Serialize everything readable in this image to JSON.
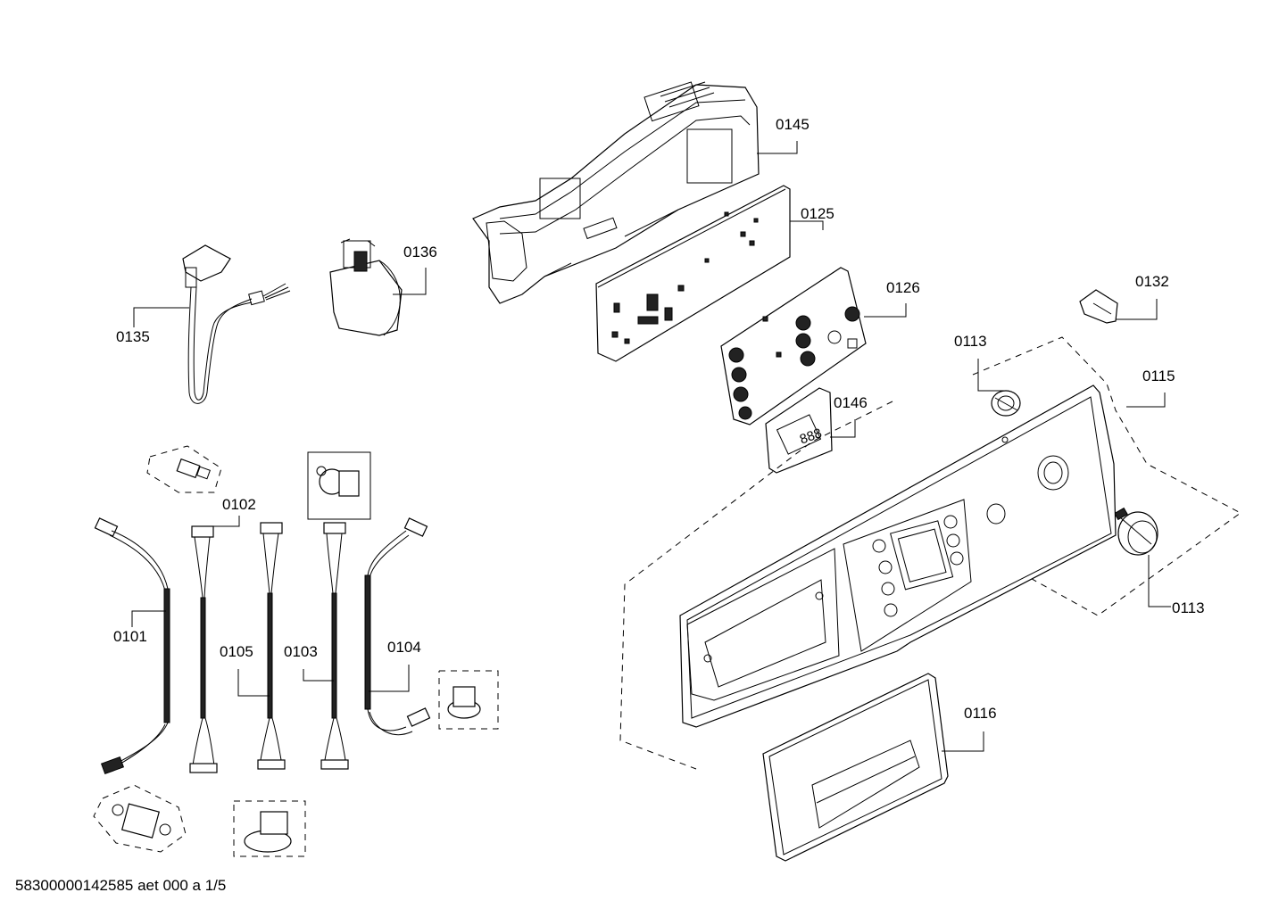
{
  "labels": {
    "p0145": "0145",
    "p0125": "0125",
    "p0136": "0136",
    "p0126": "0126",
    "p0132": "0132",
    "p0135": "0135",
    "p0113a": "0113",
    "p0115": "0115",
    "p0146": "0146",
    "p0102": "0102",
    "p0113b": "0113",
    "p0101": "0101",
    "p0105": "0105",
    "p0103": "0103",
    "p0104": "0104",
    "p0116": "0116"
  },
  "display_text": "888",
  "footer": "58300000142585 aet 000 a 1/5"
}
